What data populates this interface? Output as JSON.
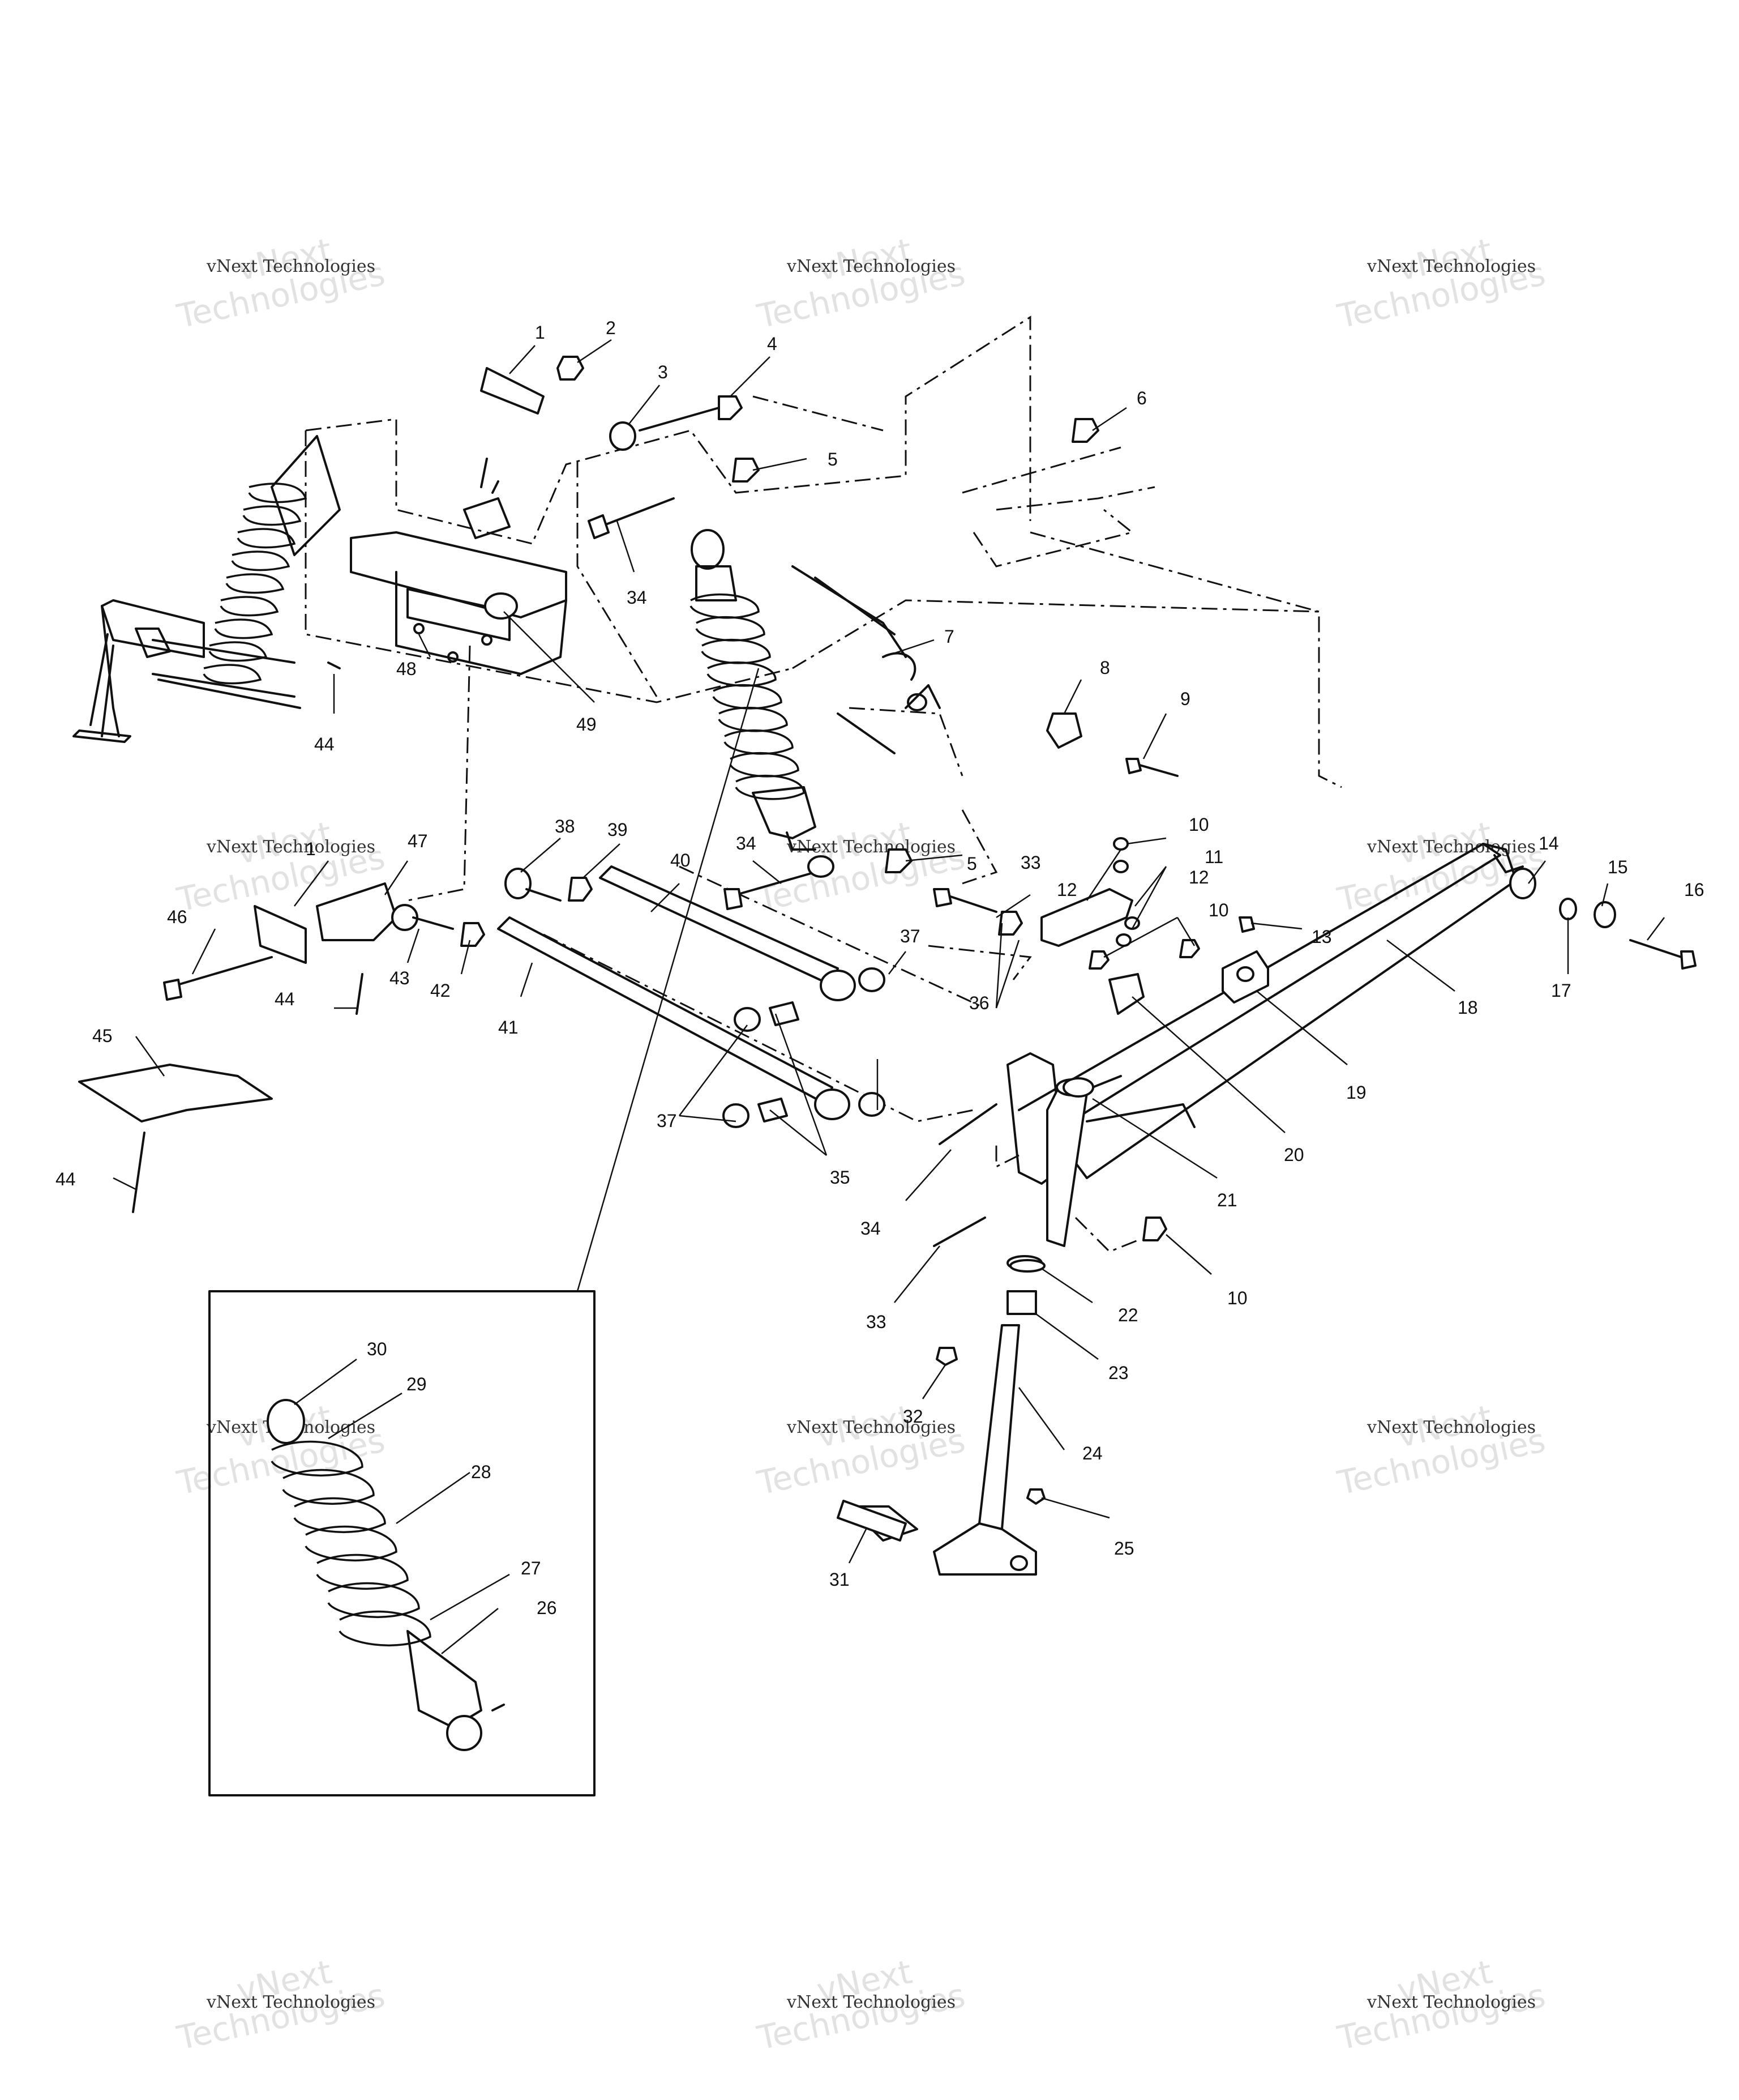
{
  "watermark": {
    "line1": "vNext Technologies",
    "line2": "vNext",
    "line3": "Technologies"
  },
  "callouts": [
    "1",
    "2",
    "3",
    "4",
    "5",
    "6",
    "7",
    "8",
    "9",
    "10",
    "11",
    "12",
    "13",
    "14",
    "15",
    "16",
    "17",
    "18",
    "19",
    "20",
    "21",
    "22",
    "23",
    "24",
    "25",
    "26",
    "27",
    "28",
    "29",
    "30",
    "31",
    "32",
    "33",
    "34",
    "35",
    "36",
    "37",
    "38",
    "39",
    "40",
    "41",
    "42",
    "43",
    "44",
    "45",
    "46",
    "47",
    "48",
    "49"
  ],
  "labels": [
    {
      "text": "1"
    },
    {
      "text": "2"
    },
    {
      "text": "3"
    },
    {
      "text": "4"
    },
    {
      "text": "5"
    },
    {
      "text": "6"
    },
    {
      "text": "34"
    },
    {
      "text": "7"
    },
    {
      "text": "8"
    },
    {
      "text": "9"
    },
    {
      "text": "48"
    },
    {
      "text": "49"
    },
    {
      "text": "44"
    },
    {
      "text": "38"
    },
    {
      "text": "39"
    },
    {
      "text": "40"
    },
    {
      "text": "34"
    },
    {
      "text": "5"
    },
    {
      "text": "33"
    },
    {
      "text": "12"
    },
    {
      "text": "10"
    },
    {
      "text": "11"
    },
    {
      "text": "12"
    },
    {
      "text": "10"
    },
    {
      "text": "13"
    },
    {
      "text": "14"
    },
    {
      "text": "15"
    },
    {
      "text": "16"
    },
    {
      "text": "17"
    },
    {
      "text": "18"
    },
    {
      "text": "1"
    },
    {
      "text": "47"
    },
    {
      "text": "46"
    },
    {
      "text": "43"
    },
    {
      "text": "42"
    },
    {
      "text": "44"
    },
    {
      "text": "41"
    },
    {
      "text": "37"
    },
    {
      "text": "36"
    },
    {
      "text": "19"
    },
    {
      "text": "20"
    },
    {
      "text": "45"
    },
    {
      "text": "37"
    },
    {
      "text": "35"
    },
    {
      "text": "44"
    },
    {
      "text": "34"
    },
    {
      "text": "21"
    },
    {
      "text": "33"
    },
    {
      "text": "22"
    },
    {
      "text": "10"
    },
    {
      "text": "23"
    },
    {
      "text": "32"
    },
    {
      "text": "24"
    },
    {
      "text": "25"
    },
    {
      "text": "31"
    },
    {
      "text": "30"
    },
    {
      "text": "29"
    },
    {
      "text": "28"
    },
    {
      "text": "27"
    },
    {
      "text": "26"
    }
  ]
}
